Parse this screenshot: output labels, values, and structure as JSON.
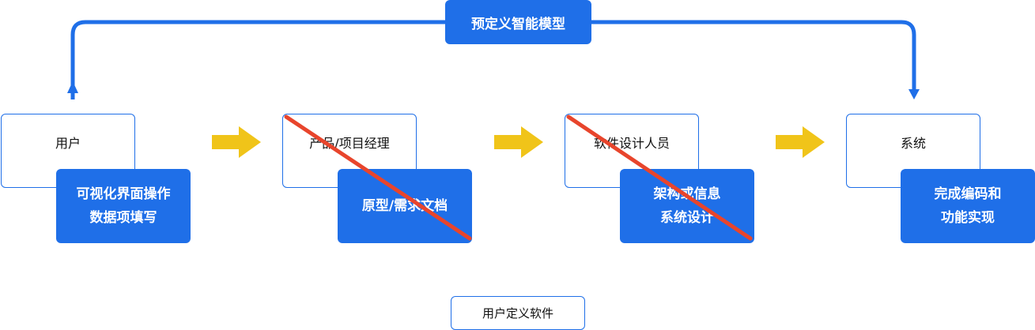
{
  "title": "预定义智能模型",
  "stages": [
    {
      "label": "用户",
      "note": "可视化界面操作\n数据项填写",
      "crossed": false
    },
    {
      "label": "产品/项目经理",
      "note": "原型/需求文档",
      "crossed": true
    },
    {
      "label": "软件设计人员",
      "note": "架构或信息\n系统设计",
      "crossed": true
    },
    {
      "label": "系统",
      "note": "完成编码和\n功能实现",
      "crossed": false
    }
  ],
  "footer": "用户定义软件",
  "colors": {
    "primary": "#1f6fe8",
    "arrow": "#f0c419",
    "cross": "#e8452c"
  }
}
